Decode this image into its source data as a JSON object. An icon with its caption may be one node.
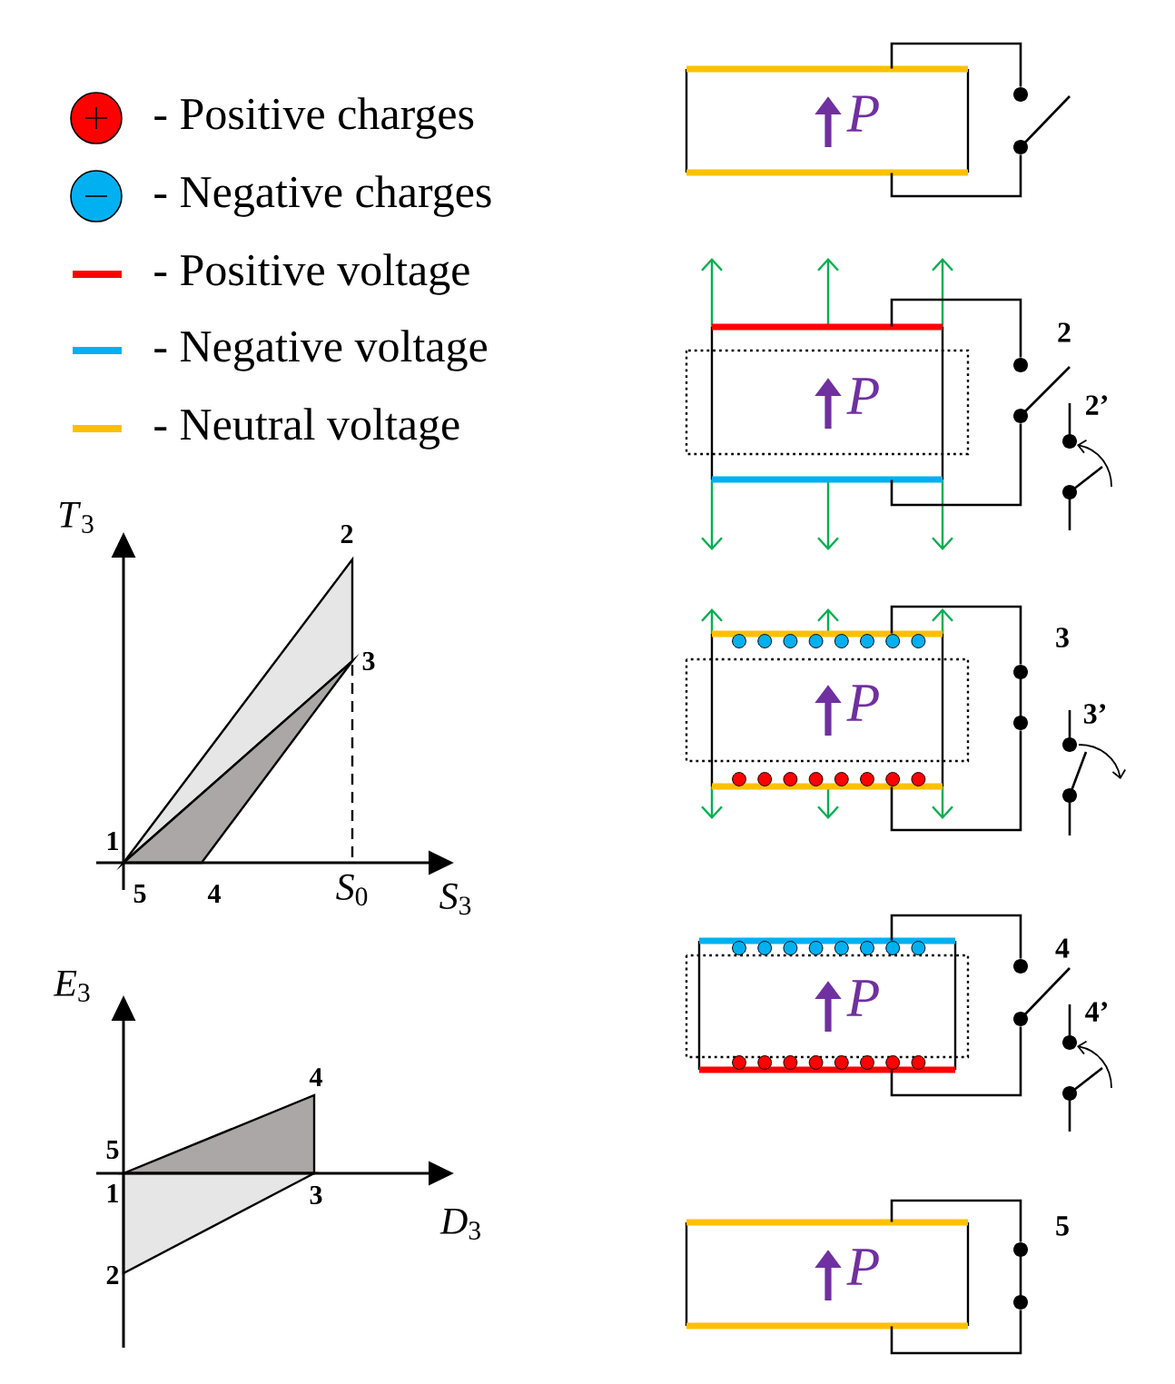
{
  "diagram": {
    "nodes": [
      {
        "text": [
          "P"
        ]
      },
      {
        "text": [],
        "shape": "switch"
      },
      {
        "text": [
          "P"
        ]
      },
      {
        "text": [],
        "shape": "switch"
      },
      {
        "text": [],
        "shape": "switch"
      },
      {
        "text": [
          "P"
        ]
      },
      {
        "text": [],
        "shape": "switch"
      },
      {
        "text": [],
        "shape": "switch"
      },
      {
        "text": [
          "P"
        ]
      },
      {
        "text": [],
        "shape": "switch"
      },
      {
        "text": [],
        "shape": "switch"
      },
      {
        "text": [
          "P"
        ]
      },
      {
        "text": [],
        "shape": "switch"
      }
    ],
    "edges": [
      {
        "from": 0,
        "to": 1,
        "arrow": "none"
      },
      {
        "from": 0,
        "to": 1,
        "arrow": "none"
      },
      {
        "from": 2,
        "to": 3,
        "arrow": "none"
      },
      {
        "from": 2,
        "to": 3,
        "arrow": "none"
      },
      {
        "from": 5,
        "to": 6,
        "arrow": "none"
      },
      {
        "from": 5,
        "to": 6,
        "arrow": "none"
      },
      {
        "from": 8,
        "to": 9,
        "arrow": "none"
      },
      {
        "from": 8,
        "to": 9,
        "arrow": "none"
      },
      {
        "from": 11,
        "to": 12,
        "arrow": "none"
      },
      {
        "from": 11,
        "to": 12,
        "arrow": "none"
      }
    ],
    "labels": [
      "*T*$_{3}$",
      "2",
      "3",
      "1",
      "5",
      "4",
      "*S*$_{0}$",
      "*S*$_{3}$",
      "*E*$_{3}$",
      "4",
      "5",
      "1",
      "3",
      "*D*$_{3}$",
      "2",
      "2",
      "2’",
      "3",
      "3’",
      "4",
      "4’",
      "5"
    ],
    "legend": [
      {
        "text": "- Positive charges",
        "color": "#ff0000"
      },
      {
        "text": "- Negative charges",
        "color": "#00b0f0"
      },
      {
        "text": "- Positive voltage",
        "color": "#ff0000"
      },
      {
        "text": "- Negative voltage",
        "color": "#00b0f0"
      },
      {
        "text": "- Neutral voltage",
        "color": "#ffc000"
      }
    ]
  }
}
